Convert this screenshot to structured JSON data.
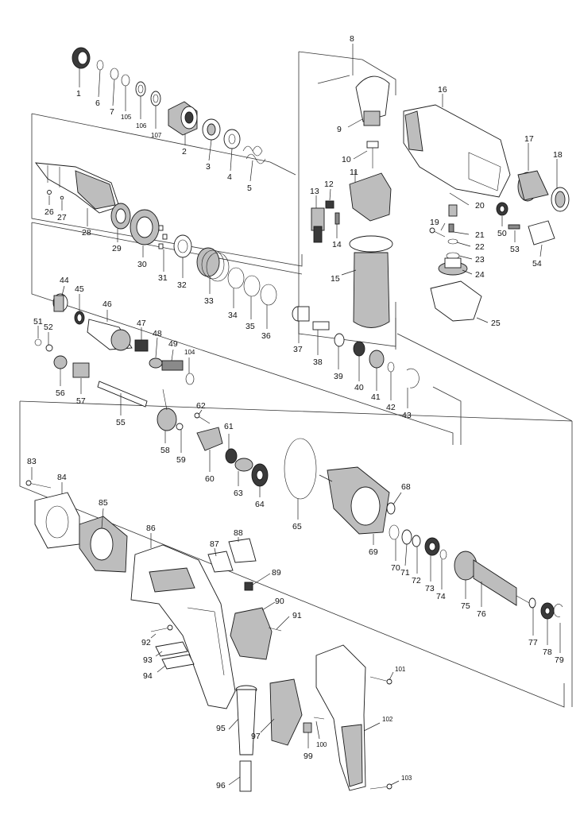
{
  "diagram": {
    "labels": {
      "p1": "1",
      "p2": "2",
      "p3": "3",
      "p4": "4",
      "p5": "5",
      "p6": "6",
      "p7": "7",
      "p8": "8",
      "p9": "9",
      "p10": "10",
      "p11": "11",
      "p12": "12",
      "p13": "13",
      "p14": "14",
      "p15": "15",
      "p16": "16",
      "p17": "17",
      "p18": "18",
      "p19": "19",
      "p20": "20",
      "p21": "21",
      "p22": "22",
      "p23": "23",
      "p24": "24",
      "p25": "25",
      "p26": "26",
      "p27": "27",
      "p28": "28",
      "p29": "29",
      "p30": "30",
      "p31": "31",
      "p32": "32",
      "p33": "33",
      "p34": "34",
      "p35": "35",
      "p36": "36",
      "p37": "37",
      "p38": "38",
      "p39": "39",
      "p40": "40",
      "p41": "41",
      "p42": "42",
      "p43": "43",
      "p44": "44",
      "p45": "45",
      "p46": "46",
      "p47": "47",
      "p48": "48",
      "p49": "49",
      "p50": "50",
      "p51": "51",
      "p52": "52",
      "p53": "53",
      "p54": "54",
      "p55": "55",
      "p56": "56",
      "p57": "57",
      "p58": "58",
      "p59": "59",
      "p60": "60",
      "p61": "61",
      "p62": "62",
      "p63": "63",
      "p64": "64",
      "p65": "65",
      "p68": "68",
      "p69": "69",
      "p70": "70",
      "p71": "71",
      "p72": "72",
      "p73": "73",
      "p74": "74",
      "p75": "75",
      "p76": "76",
      "p77": "77",
      "p78": "78",
      "p79": "79",
      "p83": "83",
      "p84": "84",
      "p85": "85",
      "p86": "86",
      "p87": "87",
      "p88": "88",
      "p89": "89",
      "p90": "90",
      "p91": "91",
      "p92": "92",
      "p93": "93",
      "p94": "94",
      "p95": "95",
      "p96": "96",
      "p97": "97",
      "p99": "99",
      "p100": "100",
      "p101": "101",
      "p102": "102",
      "p103": "103",
      "p104": "104",
      "p105": "105",
      "p106": "106",
      "p107": "107"
    },
    "colors": {
      "line": "#1a1a1a",
      "shade": "#bdbdbd",
      "dark": "#3a3a3a"
    }
  }
}
